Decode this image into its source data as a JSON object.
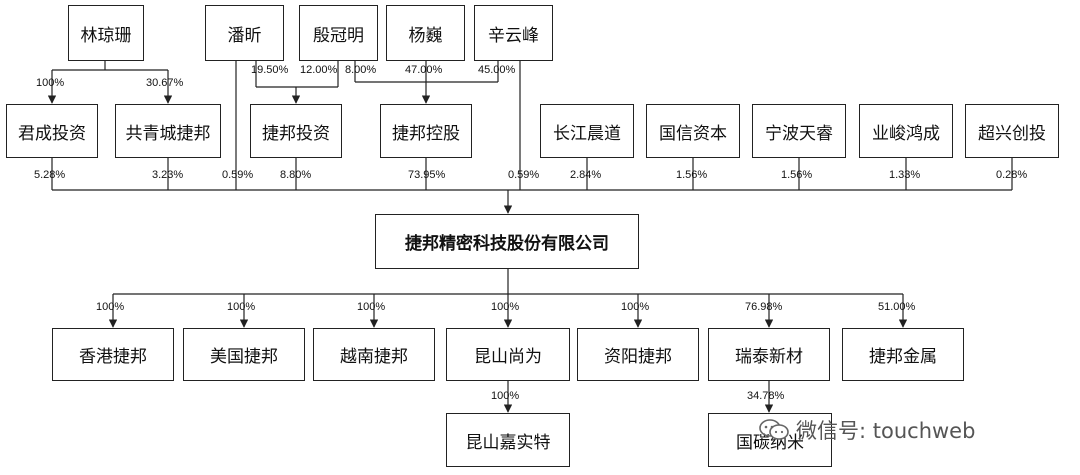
{
  "shareholders_top": {
    "lin": "林琼珊",
    "pan": "潘昕",
    "yin": "殷冠明",
    "yang": "杨巍",
    "xin": "辛云峰"
  },
  "intermediate": {
    "juncheng": "君成投资",
    "gongqing": "共青城捷邦",
    "jiebang_invest": "捷邦投资",
    "jiebang_holding": "捷邦控股",
    "changjiang": "长江晨道",
    "guoxin": "国信资本",
    "ningbo": "宁波天睿",
    "yejun": "业峻鸿成",
    "chaoxing": "超兴创投"
  },
  "top_pcts": {
    "lin_juncheng": "100%",
    "lin_gongqing": "30.67%",
    "pan_invest": "19.50%",
    "yin_invest": "12.00%",
    "yin_holding": "8.00%",
    "yang_holding": "47.00%",
    "xin_holding": "45.00%"
  },
  "to_main_pcts": {
    "juncheng": "5.28%",
    "gongqing": "3.23%",
    "pan": "0.59%",
    "jiebang_invest": "8.80%",
    "jiebang_holding": "73.95%",
    "xin": "0.59%",
    "changjiang": "2.84%",
    "guoxin": "1.56%",
    "ningbo": "1.56%",
    "yejun": "1.33%",
    "chaoxing": "0.28%"
  },
  "main_company": "捷邦精密科技股份有限公司",
  "subsidiaries": [
    {
      "name": "香港捷邦",
      "pct": "100%"
    },
    {
      "name": "美国捷邦",
      "pct": "100%"
    },
    {
      "name": "越南捷邦",
      "pct": "100%"
    },
    {
      "name": "昆山尚为",
      "pct": "100%"
    },
    {
      "name": "资阳捷邦",
      "pct": "100%"
    },
    {
      "name": "瑞泰新材",
      "pct": "76.98%"
    },
    {
      "name": "捷邦金属",
      "pct": "51.00%"
    }
  ],
  "second_level": {
    "kunshan_jiashi": {
      "name": "昆山嘉实特",
      "pct": "100%"
    },
    "guotan": {
      "name": "国碳纳米",
      "pct": "34.78%"
    }
  },
  "watermark": {
    "text": "微信号: touchweb",
    "icon": "wechat-icon"
  }
}
